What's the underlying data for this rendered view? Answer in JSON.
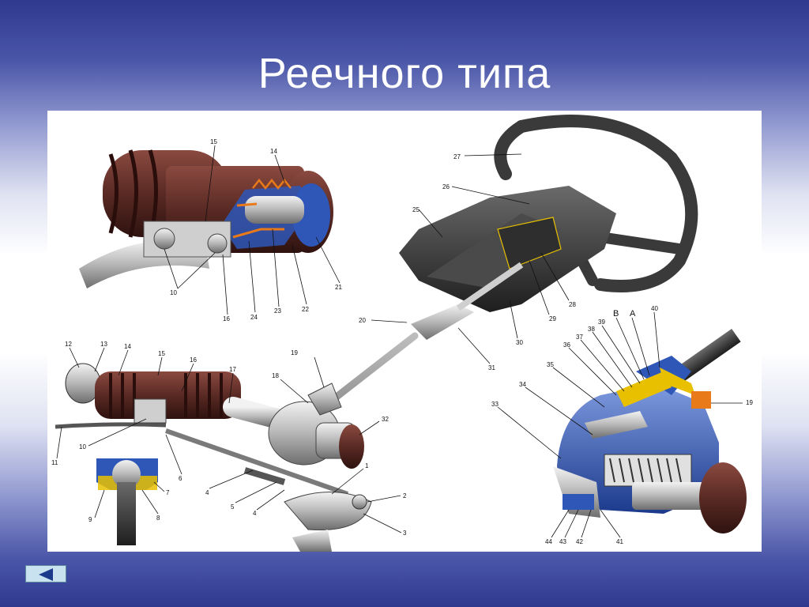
{
  "slide": {
    "title": "Реечного типа"
  },
  "figure": {
    "labels": [
      "15",
      "14",
      "10",
      "16",
      "24",
      "23",
      "22",
      "21",
      "27",
      "26",
      "25",
      "28",
      "29",
      "30",
      "31",
      "20",
      "19",
      "12",
      "13",
      "14",
      "15",
      "16",
      "17",
      "18",
      "32",
      "10",
      "11",
      "6",
      "4",
      "5",
      "1",
      "2",
      "3",
      "7",
      "8",
      "9",
      "4",
      "33",
      "34",
      "35",
      "36",
      "37",
      "38",
      "39",
      "В",
      "А",
      "40",
      "19",
      "44",
      "43",
      "42",
      "41"
    ]
  },
  "nav": {
    "back_icon": "triangle-left-icon"
  },
  "colors": {
    "title_text": "#ffffff",
    "accent_blue": "#2f3a8f",
    "housing_blue": "#2e57b8",
    "hose_brown": "#5a2a24",
    "marker_yellow": "#e8c000",
    "marker_orange": "#e87a1a"
  }
}
